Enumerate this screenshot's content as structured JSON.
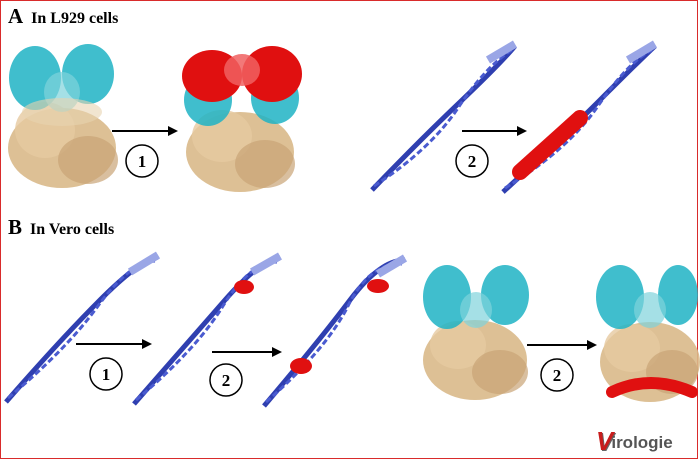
{
  "panels": {
    "a": {
      "letter": "A",
      "subtitle": "In L929 cells"
    },
    "b": {
      "letter": "B",
      "subtitle": "In Vero cells"
    }
  },
  "steps": {
    "a_step1": "1",
    "a_step2": "2",
    "b_step1": "1",
    "b_step2_fiber": "2",
    "b_step2_hexon": "2"
  },
  "logo": {
    "initial": "V",
    "rest": "irologie"
  },
  "colors": {
    "frame": "#d92b2b",
    "hexon_tower": "#1fb3c4",
    "hexon_base": "#d9b98a",
    "fiber": "#2f3fb0",
    "highlight": "#e01010"
  }
}
